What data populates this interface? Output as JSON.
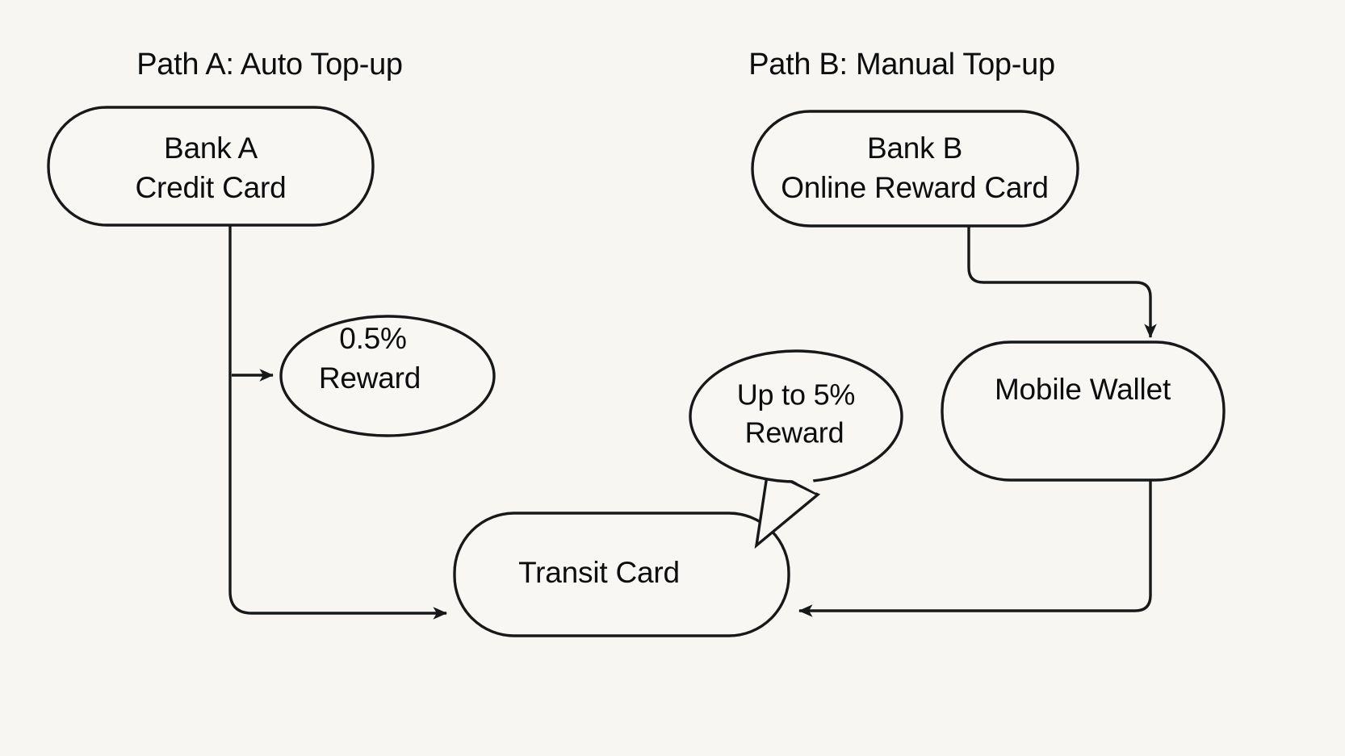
{
  "diagram": {
    "title_a": "Path A: Auto Top-up",
    "title_b": "Path B: Manual Top-up",
    "background_color": "#f7f6f2",
    "stroke_color": "#16181a",
    "nodes": {
      "bank_a": {
        "line1": "Bank A",
        "line2": "Credit Card"
      },
      "bank_b": {
        "line1": "Bank B",
        "line2": "Online Reward Card"
      },
      "reward_a": {
        "line1": "0.5%",
        "line2": "Reward"
      },
      "reward_b": {
        "line1": "Up to 5%",
        "line2": "Reward"
      },
      "mobile_wallet": {
        "label": "Mobile Wallet"
      },
      "transit_card": {
        "label": "Transit Card"
      }
    }
  }
}
